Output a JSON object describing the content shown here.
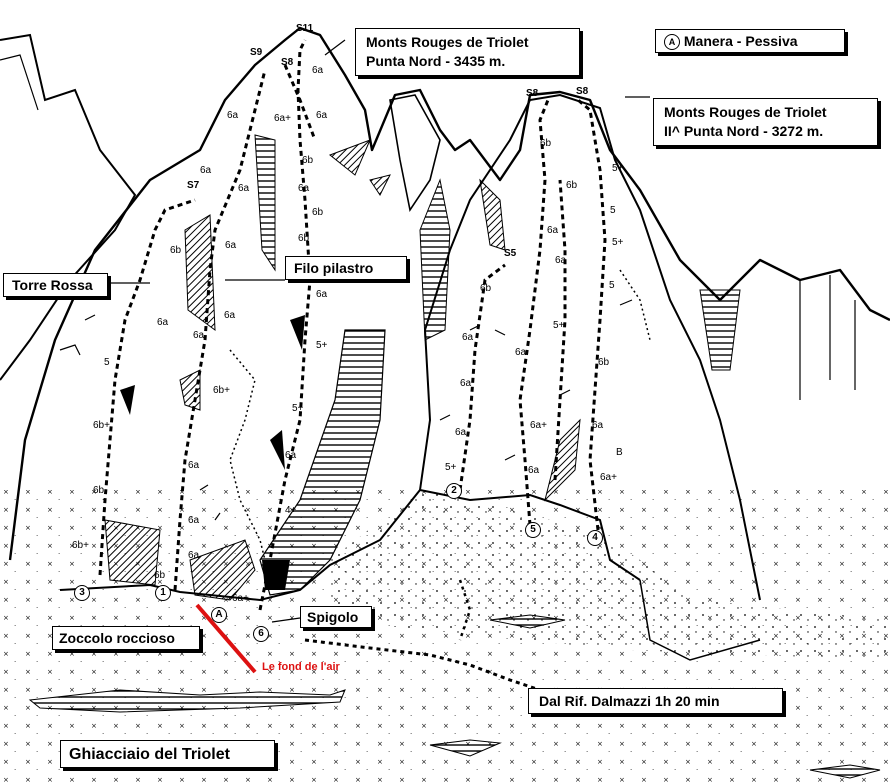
{
  "labels": {
    "summit_main": [
      "Monts Rouges de Triolet",
      "Punta Nord - 3435 m."
    ],
    "summit_second": [
      "Monts Rouges de Triolet",
      "II^ Punta Nord - 3272 m."
    ],
    "legend_A": "A",
    "legend_route": "Manera - Pessiva",
    "torre_rossa": "Torre Rossa",
    "filo_pilastro": "Filo pilastro",
    "spigolo": "Spigolo",
    "zoccolo": "Zoccolo roccioso",
    "approach": "Dal Rif. Dalmazzi 1h 20 min",
    "glacier": "Ghiacciaio del Triolet",
    "red_note": "Le fond de l'air"
  },
  "colors": {
    "ink": "#000000",
    "annotation": "#dd1111",
    "paper": "#ffffff"
  },
  "belays": [
    "S11",
    "S9",
    "S8",
    "S7",
    "S8",
    "S8",
    "S5"
  ],
  "route_numbers": [
    "1",
    "2",
    "3",
    "4",
    "5",
    "6",
    "A"
  ],
  "grades": {
    "left_pillar": [
      "6b",
      "6a",
      "5",
      "6b+",
      "6b",
      "6b+",
      "6b"
    ],
    "central_left": [
      "6a",
      "6a",
      "6a",
      "6a",
      "6a",
      "6a",
      "6b+",
      "6a",
      "6a",
      "6a"
    ],
    "filo": [
      "6a",
      "6a+",
      "6a",
      "6b",
      "6a",
      "6b",
      "6b",
      "6a",
      "5+",
      "5+",
      "6a",
      "4+",
      "6a+"
    ],
    "right_peak": [
      "6b",
      "6b",
      "6a",
      "6a",
      "6a",
      "6a",
      "6b",
      "6a",
      "6a",
      "6a+",
      "5+",
      "5+",
      "5",
      "5",
      "5+",
      "6b",
      "6a",
      "6a",
      "6a+",
      "B",
      "5+"
    ]
  }
}
